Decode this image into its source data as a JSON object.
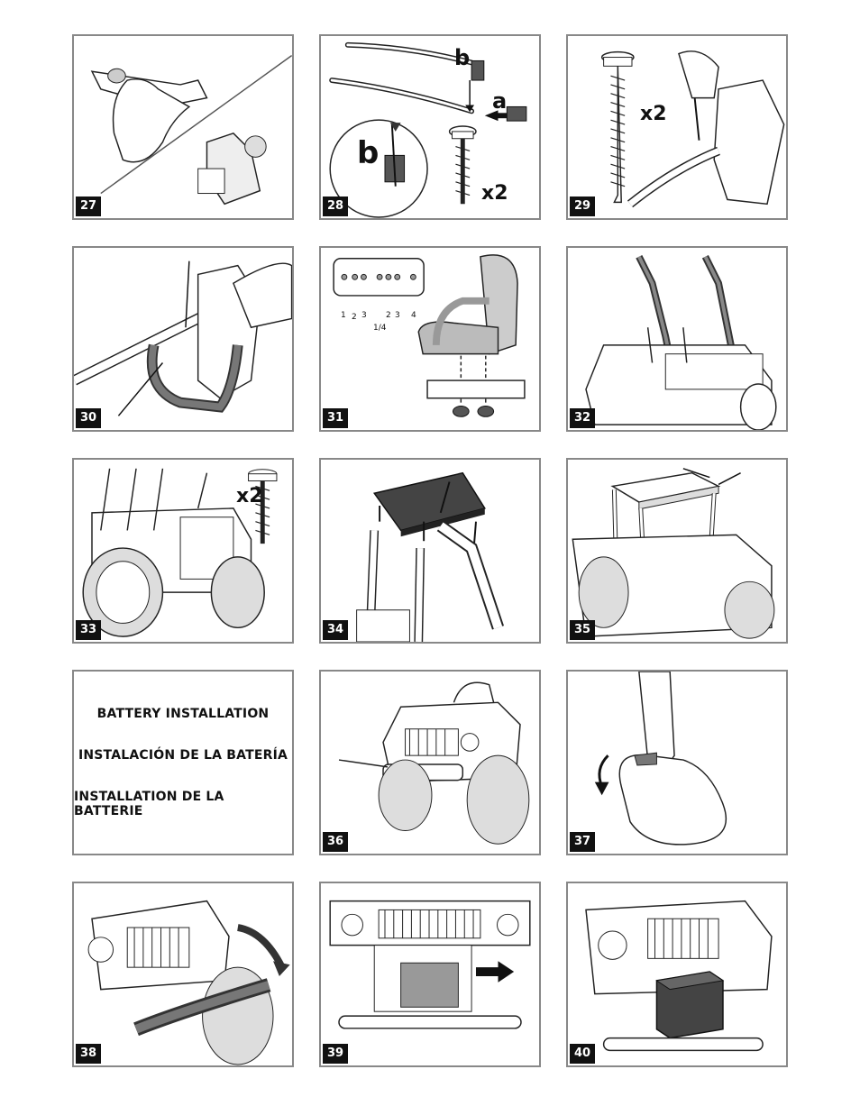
{
  "steps": [
    "27",
    "28",
    "29",
    "30",
    "31",
    "32",
    "33",
    "34",
    "35",
    "36",
    "37",
    "38",
    "39",
    "40"
  ],
  "labels": {
    "step28_a": "a",
    "step28_b_top": "b",
    "step28_b_inset": "b",
    "step28_qty": "x2",
    "step29_qty": "x2",
    "step33_qty": "x2"
  },
  "step31_positions": [
    "1",
    "2",
    "3",
    "2",
    "3",
    "4"
  ],
  "step31_fraction": "1/4",
  "battery_installation": {
    "en": "BATTERY INSTALLATION",
    "es": "INSTALACIÓN DE LA BATERÍA",
    "fr": "INSTALLATION DE LA BATTERIE"
  }
}
